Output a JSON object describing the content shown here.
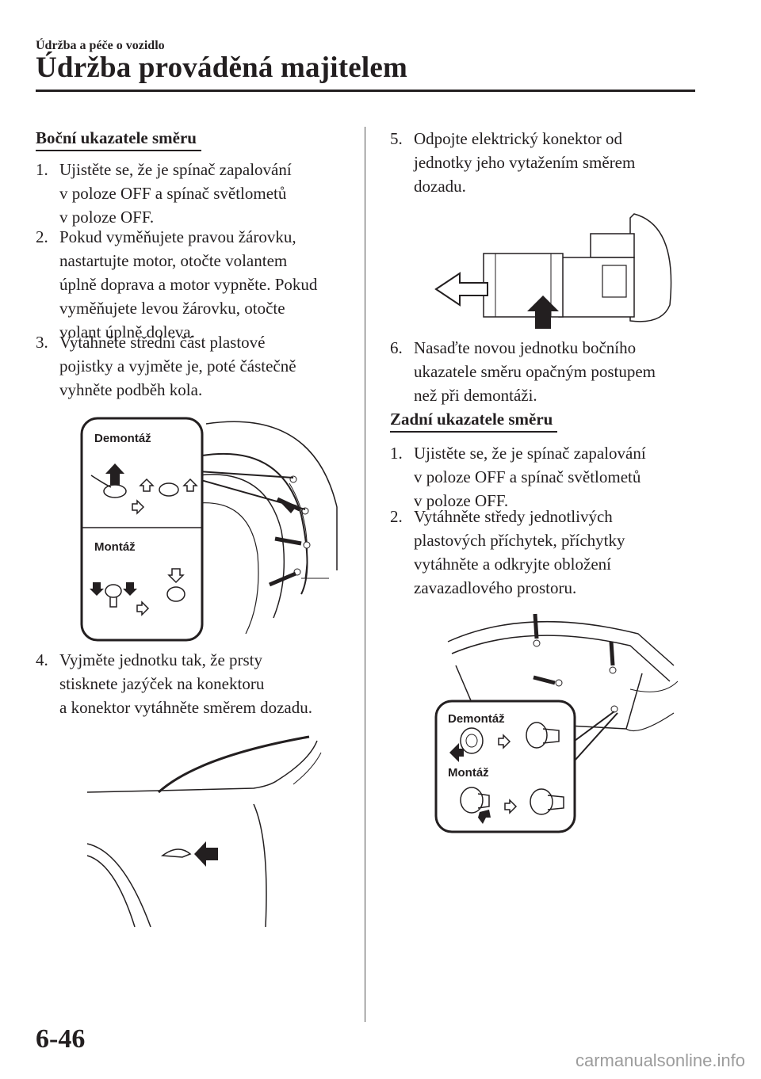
{
  "header": {
    "breadcrumb": "Údržba a péče o vozidlo",
    "title": "Údržba prováděná majitelem"
  },
  "left": {
    "heading": "Boční ukazatele směru",
    "steps": [
      {
        "num": "1.",
        "lines": [
          "Ujistěte se, že je spínač zapalování",
          "v poloze OFF a spínač světlometů",
          "v poloze OFF."
        ]
      },
      {
        "num": "2.",
        "lines": [
          "Pokud vyměňujete pravou žárovku,",
          "nastartujte motor, otočte volantem",
          "úplně doprava a motor vypněte. Pokud",
          "vyměňujete levou žárovku, otočte",
          "volant úplně doleva."
        ]
      },
      {
        "num": "3.",
        "lines": [
          "Vytáhněte střední část plastové",
          "pojistky a vyjměte je, poté částečně",
          "vyhněte podběh kola."
        ]
      },
      {
        "num": "4.",
        "lines": [
          "Vyjměte jednotku tak, že prsty",
          "stisknete jazýček na konektoru",
          "a konektor vytáhněte směrem dozadu."
        ]
      }
    ],
    "fig1": {
      "label_remove": "Demontáž",
      "label_install": "Montáž"
    }
  },
  "right": {
    "steps_top": [
      {
        "num": "5.",
        "lines": [
          "Odpojte elektrický konektor od",
          "jednotky jeho vytažením směrem",
          "dozadu."
        ]
      },
      {
        "num": "6.",
        "lines": [
          "Nasaďte novou jednotku bočního",
          "ukazatele směru opačným postupem",
          "než při demontáži."
        ]
      }
    ],
    "heading": "Zadní ukazatele směru",
    "steps_bottom": [
      {
        "num": "1.",
        "lines": [
          "Ujistěte se, že je spínač zapalování",
          "v poloze OFF a spínač světlometů",
          "v poloze OFF."
        ]
      },
      {
        "num": "2.",
        "lines": [
          "Vytáhněte středy jednotlivých",
          "plastových příchytek, příchytky",
          "vytáhněte a odkryjte obložení",
          "zavazadlového prostoru."
        ]
      }
    ],
    "fig4": {
      "label_remove": "Demontáž",
      "label_install": "Montáž"
    }
  },
  "footer": {
    "page_number": "6-46",
    "watermark": "carmanualsonline.info"
  }
}
